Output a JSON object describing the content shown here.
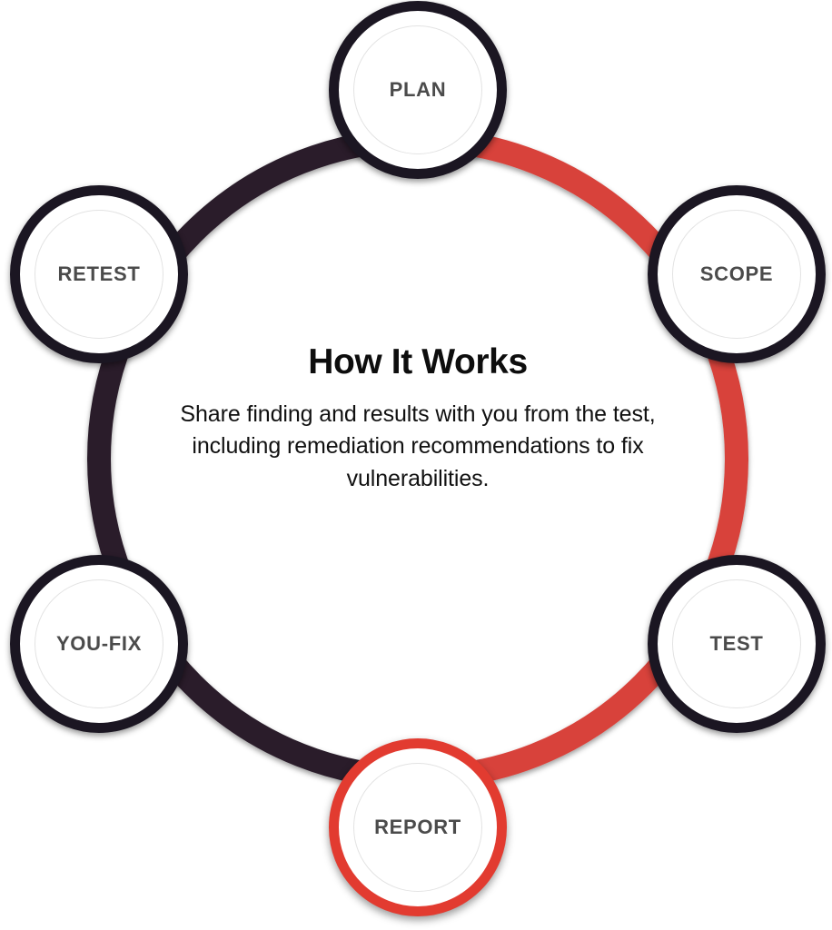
{
  "diagram": {
    "title": "How It Works",
    "description": "Share finding and results with you from the test, including remediation recommendations to fix vulnerabilities.",
    "type": "cycle",
    "colors": {
      "completed_arc": "#d8423a",
      "pending_arc": "#2a1f2b",
      "active_node_ring": "#e23b30",
      "node_ring": "#1b1622",
      "node_fill": "#ffffff",
      "node_inner_outline": "#e3e3e3",
      "node_label_text": "#4b4b4b",
      "title_text": "#0d0d0d",
      "description_text": "#111111"
    },
    "steps": [
      {
        "id": "plan",
        "label": "PLAN",
        "order": 1,
        "angle_deg": 270,
        "state": "default"
      },
      {
        "id": "scope",
        "label": "SCOPE",
        "order": 2,
        "angle_deg": 330,
        "state": "default"
      },
      {
        "id": "test",
        "label": "TEST",
        "order": 3,
        "angle_deg": 30,
        "state": "default"
      },
      {
        "id": "report",
        "label": "REPORT",
        "order": 4,
        "angle_deg": 90,
        "state": "active"
      },
      {
        "id": "youfix",
        "label": "YOU-FIX",
        "order": 5,
        "angle_deg": 150,
        "state": "default"
      },
      {
        "id": "retest",
        "label": "RETEST",
        "order": 6,
        "angle_deg": 210,
        "state": "default"
      }
    ],
    "arcs": [
      {
        "id": "plan-to-scope",
        "from": "PLAN",
        "to": "SCOPE",
        "color": "#d8423a"
      },
      {
        "id": "scope-to-test",
        "from": "SCOPE",
        "to": "TEST",
        "color": "#d8423a"
      },
      {
        "id": "test-to-report",
        "from": "TEST",
        "to": "REPORT",
        "color": "#d8423a"
      },
      {
        "id": "report-to-youfix",
        "from": "REPORT",
        "to": "YOU-FIX",
        "color": "#2a1f2b"
      },
      {
        "id": "youfix-to-retest",
        "from": "YOU-FIX",
        "to": "RETEST",
        "color": "#2a1f2b"
      },
      {
        "id": "retest-to-plan",
        "from": "RETEST",
        "to": "PLAN",
        "color": "#2a1f2b"
      }
    ]
  }
}
